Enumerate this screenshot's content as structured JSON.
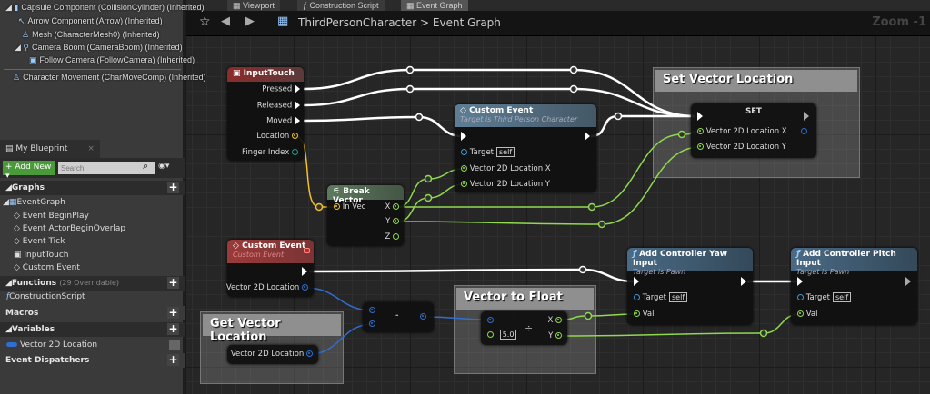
{
  "components": [
    {
      "label": "Capsule Component (CollisionCylinder) (Inherited)",
      "indent": 0
    },
    {
      "label": "Arrow Component (Arrow) (Inherited)",
      "indent": 1
    },
    {
      "label": "Mesh (CharacterMesh0) (Inherited)",
      "indent": 1
    },
    {
      "label": "Camera Boom (CameraBoom) (Inherited)",
      "indent": 1
    },
    {
      "label": "Follow Camera (FollowCamera) (Inherited)",
      "indent": 2
    },
    {
      "label": "Character Movement (CharMoveComp) (Inherited)",
      "indent": 0
    }
  ],
  "my_blueprint": {
    "tab": "My Blueprint",
    "add_new": "+ Add New ▾",
    "search_placeholder": "Search",
    "graphs_header": "Graphs",
    "event_graph": "EventGraph",
    "graph_items": [
      "Event BeginPlay",
      "Event ActorBeginOverlap",
      "Event Tick",
      "InputTouch",
      "Custom Event"
    ],
    "functions_header": "Functions",
    "functions_count": "(29 Overridable)",
    "construction_script": "ConstructionScript",
    "macros_header": "Macros",
    "variables_header": "Variables",
    "variable": "Vector 2D Location",
    "dispatchers_header": "Event Dispatchers"
  },
  "tabs": [
    "Viewport",
    "Construction Script",
    "Event Graph"
  ],
  "breadcrumb": {
    "blueprint": "ThirdPersonCharacter",
    "separator": ">",
    "graph": "Event Graph"
  },
  "zoom": "Zoom -1",
  "nodes": {
    "input_touch": {
      "title": "InputTouch",
      "pins": [
        "Pressed",
        "Released",
        "Moved",
        "Location",
        "Finger Index"
      ]
    },
    "custom_event_call": {
      "title": "Custom Event",
      "subtitle": "Target is Third Person Character",
      "target": "Target",
      "self": "self",
      "x": "Vector 2D Location X",
      "y": "Vector 2D Location Y"
    },
    "break_vector": {
      "title": "Break Vector",
      "in": "In Vec",
      "x": "X",
      "y": "Y",
      "z": "Z"
    },
    "set": {
      "title": "SET",
      "x": "Vector 2D Location X",
      "y": "Vector 2D Location Y"
    },
    "custom_event": {
      "title": "Custom Event",
      "subtitle": "Custom Event",
      "pin": "Vector 2D Location"
    },
    "get_var": {
      "pin": "Vector 2D Location"
    },
    "subtract": {
      "op": "-"
    },
    "divide": {
      "op": "÷",
      "value": "5.0",
      "x": "X",
      "y": "Y"
    },
    "yaw": {
      "title": "Add Controller Yaw Input",
      "subtitle": "Target is Pawn",
      "target": "Target",
      "self": "self",
      "val": "Val"
    },
    "pitch": {
      "title": "Add Controller Pitch Input",
      "subtitle": "Target is Pawn",
      "target": "Target",
      "self": "self",
      "val": "Val"
    }
  },
  "comments": {
    "set_vector": "Set Vector Location",
    "get_vector": "Get Vector Location",
    "vector_to_float": "Vector to Float"
  },
  "colors": {
    "exec": "#ffffff",
    "float": "#8fd94f",
    "vector": "#f2c12e",
    "vector2d": "#2f6fd0",
    "object": "#3a9ad9",
    "event_header": "#8c2b2b",
    "function_header": "#3b5a72",
    "break_header": "#4e6a4e"
  }
}
